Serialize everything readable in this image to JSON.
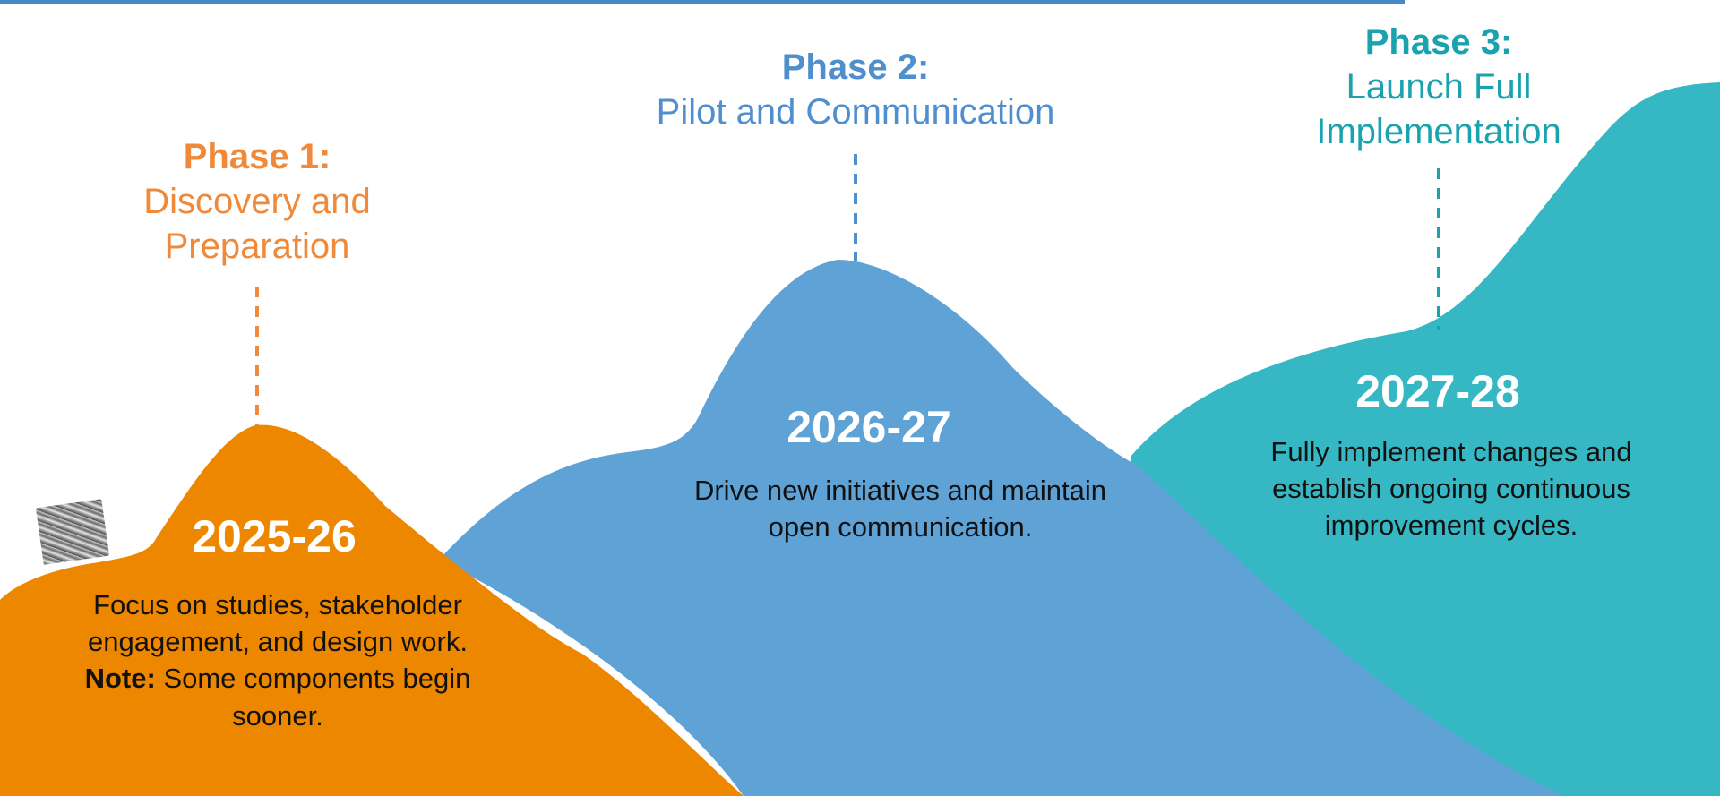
{
  "colors": {
    "phase1": "#ee8700",
    "phase1_text": "#f08a3a",
    "phase2": "#5fa2d6",
    "phase2_text": "#4f8fce",
    "phase3": "#35b8c4",
    "phase3_text": "#1aa3ae",
    "rule": "#4a87c5"
  },
  "icons": {
    "texture": "grey-texture-thumbnail"
  },
  "phases": [
    {
      "title": "Phase 1:",
      "name_lines": [
        "Discovery and",
        "Preparation"
      ],
      "year": "2025-26",
      "desc_lines": [
        "Focus on studies, stakeholder",
        "engagement, and design work."
      ],
      "note_label": "Note:",
      "note_text": " Some components begin",
      "note_tail": "sooner."
    },
    {
      "title": "Phase 2:",
      "name_lines": [
        "Pilot and Communication"
      ],
      "year": "2026-27",
      "desc_lines": [
        "Drive new initiatives and maintain",
        "open communication."
      ]
    },
    {
      "title": "Phase 3:",
      "name_lines": [
        "Launch Full",
        "Implementation"
      ],
      "year": "2027-28",
      "desc_lines": [
        "Fully implement changes and",
        "establish ongoing continuous",
        "improvement cycles."
      ]
    }
  ]
}
